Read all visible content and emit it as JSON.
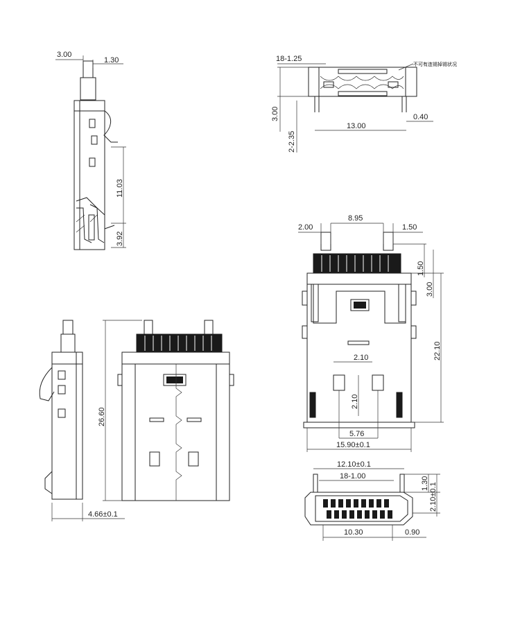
{
  "dimensions": {
    "side_top_w": "3.00",
    "side_top_pin": "1.30",
    "side_top_h1": "11.03",
    "side_top_h2": "3.92",
    "pcb_pitch": "18-1.25",
    "pcb_note": "不可有连锡掉锡状况",
    "pcb_h": "3.00",
    "pcb_hole": "2-2.35",
    "pcb_w": "13.00",
    "pcb_edge": "0.40",
    "front_height": "26.60",
    "side_depth": "4.66±0.1",
    "top_left": "2.00",
    "top_span": "8.95",
    "top_right": "1.50",
    "top_r1": "1.50",
    "top_r2": "3.00",
    "top_total": "22.10",
    "top_sq_w": "2.10",
    "top_sq_h": "2.10",
    "top_sq_gap": "5.76",
    "top_width": "15.90±0.1",
    "end_w": "12.10±0.1",
    "end_pitch": "18-1.00",
    "end_h1": "1.30",
    "end_h2": "2.10±0.1",
    "end_bottom": "10.30",
    "end_edge": "0.90"
  }
}
